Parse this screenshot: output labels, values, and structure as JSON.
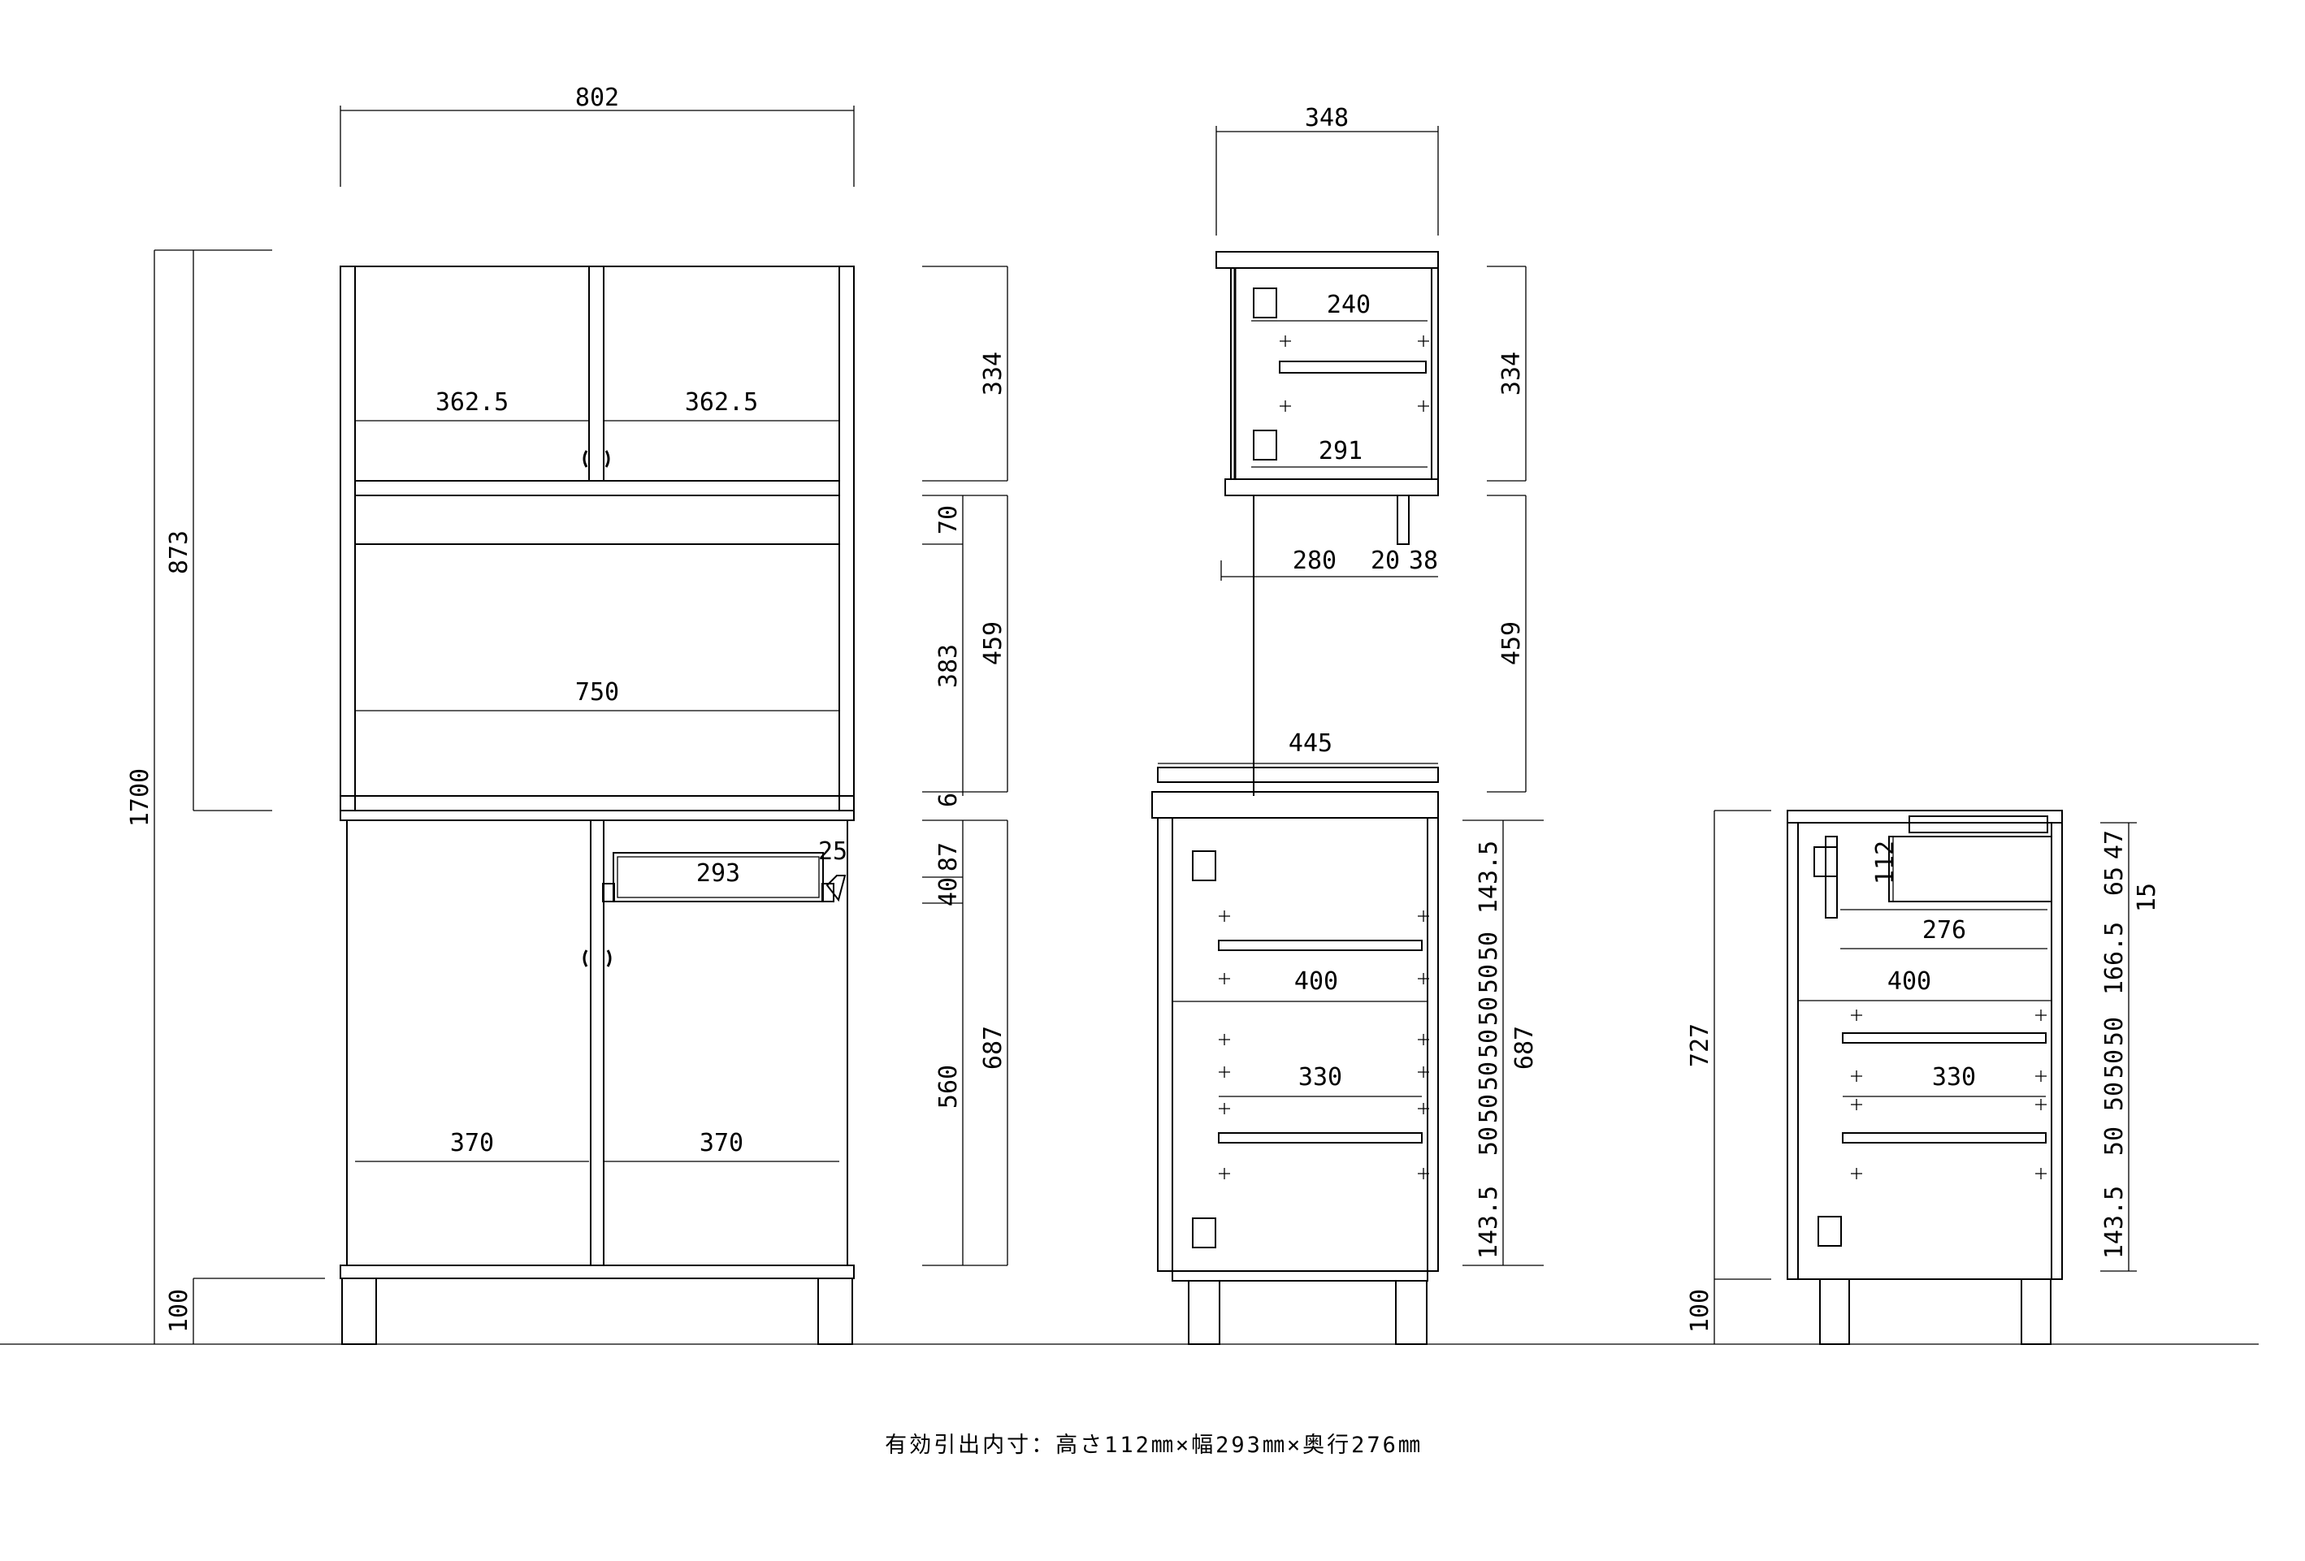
{
  "front_view": {
    "width_overall": "802",
    "upper_door_width_left": "362.5",
    "upper_door_width_right": "362.5",
    "shelf_width": "750",
    "drawer_width": "293",
    "drawer_side": "25",
    "lower_door_width_left": "370",
    "lower_door_width_right": "370",
    "height_total": "1700",
    "upper_unit_height": "873",
    "leg_height": "100",
    "dims_upper": "334",
    "dims_70": "70",
    "dims_383": "383",
    "dims_459": "459",
    "dims_6": "6",
    "dims_87": "87",
    "dims_40": "40",
    "dims_560": "560",
    "dims_687": "687"
  },
  "side_view": {
    "depth_upper": "348",
    "inner_240": "240",
    "inner_291": "291",
    "depth_280": "280",
    "gap_20": "20",
    "post_38": "38",
    "depth_lower": "445",
    "inner_400": "400",
    "inner_330": "330",
    "height_334": "334",
    "height_459": "459",
    "height_687": "687",
    "pitch_top": "143.5",
    "pitch_50": "50",
    "pitch_bottom": "143.5"
  },
  "counter_view": {
    "inner_112": "112",
    "inner_276": "276",
    "inner_400": "400",
    "inner_330": "330",
    "height_727": "727",
    "leg_100": "100",
    "right_47": "47",
    "right_65": "65",
    "right_15": "15",
    "right_166_5": "166.5",
    "right_50": "50",
    "right_143_5": "143.5"
  },
  "note": "有効引出内寸：高さ112㎜×幅293㎜×奥行276㎜"
}
